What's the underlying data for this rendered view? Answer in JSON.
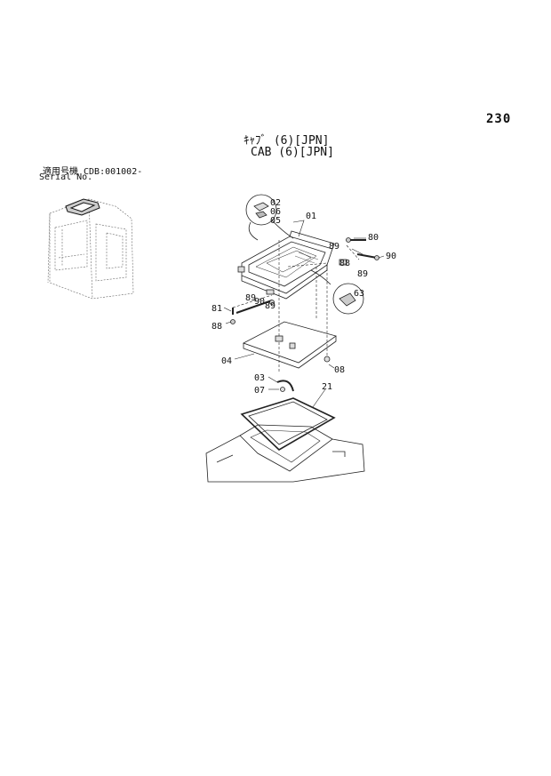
{
  "page_number": "230",
  "title_jp": "ｷｬﾌﾞ  (6)[JPN]",
  "title_en": "CAB  (6)[JPN]",
  "serial": {
    "label_jp": "適用号機  CDB:001002-",
    "label_en": "Serial No."
  },
  "parts": {
    "p01": "01",
    "p02": "02",
    "p06": "06",
    "p05": "05",
    "p80": "80",
    "p89a": "89",
    "p88a": "88",
    "p90a": "90",
    "p89b": "89",
    "p63": "63",
    "p89c": "89",
    "p90b": "90",
    "p81": "81",
    "p89d": "89",
    "p88b": "88",
    "p04": "04",
    "p08": "08",
    "p03": "03",
    "p07": "07",
    "p21": "21"
  }
}
